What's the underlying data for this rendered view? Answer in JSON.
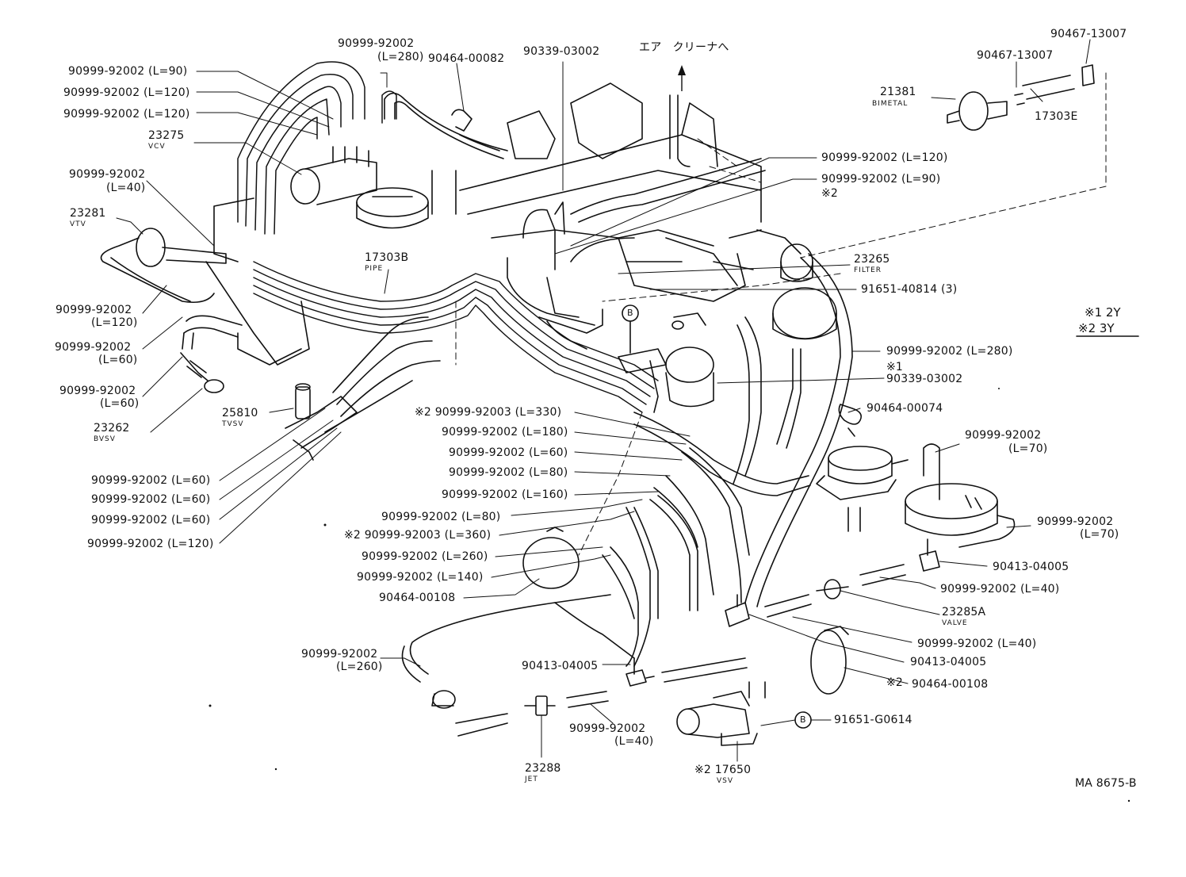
{
  "labels": {
    "top": {
      "h1": "90999-92002",
      "h1_len": "(L=280)",
      "clamp": "90464-00082",
      "plug": "90339-03002",
      "air_cleaner": "エア　クリーナへ",
      "clip_a": "90467-13007",
      "clip_b": "90467-13007",
      "bimetal": "21381",
      "bimetal_sub": "BIMETAL",
      "hose_17303e": "17303E"
    },
    "left": {
      "h_90": "90999-92002 (L=90)",
      "h_120a": "90999-92002 (L=120)",
      "h_120b": "90999-92002 (L=120)",
      "vcv": "23275",
      "vcv_sub": "VCV",
      "h_40": "90999-92002",
      "h_40_len": "(L=40)",
      "vtv": "23281",
      "vtv_sub": "VTV",
      "pipe": "17303B",
      "pipe_sub": "PIPE",
      "h_120c": "90999-92002",
      "h_120c_len": "(L=120)",
      "h_60a": "90999-92002",
      "h_60a_len": "(L=60)",
      "h_60b": "90999-92002",
      "h_60b_len": "(L=60)",
      "bvsv": "23262",
      "bvsv_sub": "BVSV",
      "tvsv": "25810",
      "tvsv_sub": "TVSV",
      "h_60c": "90999-92002 (L=60)",
      "h_60d": "90999-92002 (L=60)",
      "h_60e": "90999-92002 (L=60)",
      "h_120d": "90999-92002 (L=120)"
    },
    "right": {
      "h_120": "90999-92002 (L=120)",
      "h_90": "90999-92002 (L=90)",
      "mark2": "※2",
      "filter": "23265",
      "filter_sub": "FILTER",
      "bolt": "91651-40814 (3)",
      "h_280": "90999-92002 (L=280)",
      "mark1": "※1",
      "plug2": "90339-03002",
      "clamp2": "90464-00074",
      "h_70a": "90999-92002",
      "h_70a_len": "(L=70)",
      "h_70b": "90999-92002",
      "h_70b_len": "(L=70)",
      "tee1": "90413-04005",
      "h_40a": "90999-92002 (L=40)",
      "valve": "23285A",
      "valve_sub": "VALVE",
      "h_40b": "90999-92002 (L=40)",
      "tee2": "90413-04005",
      "mark_clamp": "※2",
      "clamp3": "90464-00108",
      "bolt2": "91651-G0614",
      "legend1": "※1 2Y",
      "legend2": "※2 3Y"
    },
    "center": {
      "h_330": "※2  90999-92003 (L=330)",
      "h_180": "90999-92002 (L=180)",
      "h_60": "90999-92002 (L=60)",
      "h_80a": "90999-92002 (L=80)",
      "h_160": "90999-92002 (L=160)",
      "h_80b": "90999-92002 (L=80)",
      "h_360": "※2 90999-92003 (L=360)",
      "h_260": "90999-92002 (L=260)",
      "h_140": "90999-92002 (L=140)",
      "clamp4": "90464-00108"
    },
    "bottom": {
      "h_260": "90999-92002",
      "h_260_len": "(L=260)",
      "tee3": "90413-04005",
      "jet": "23288",
      "jet_sub": "JET",
      "h_40": "90999-92002",
      "h_40_len": "(L=40)",
      "vsv": "※2 17650",
      "vsv_sub": "VSV",
      "ref": "MA 8675-B"
    },
    "callout_b1": "B",
    "callout_b2": "B"
  }
}
